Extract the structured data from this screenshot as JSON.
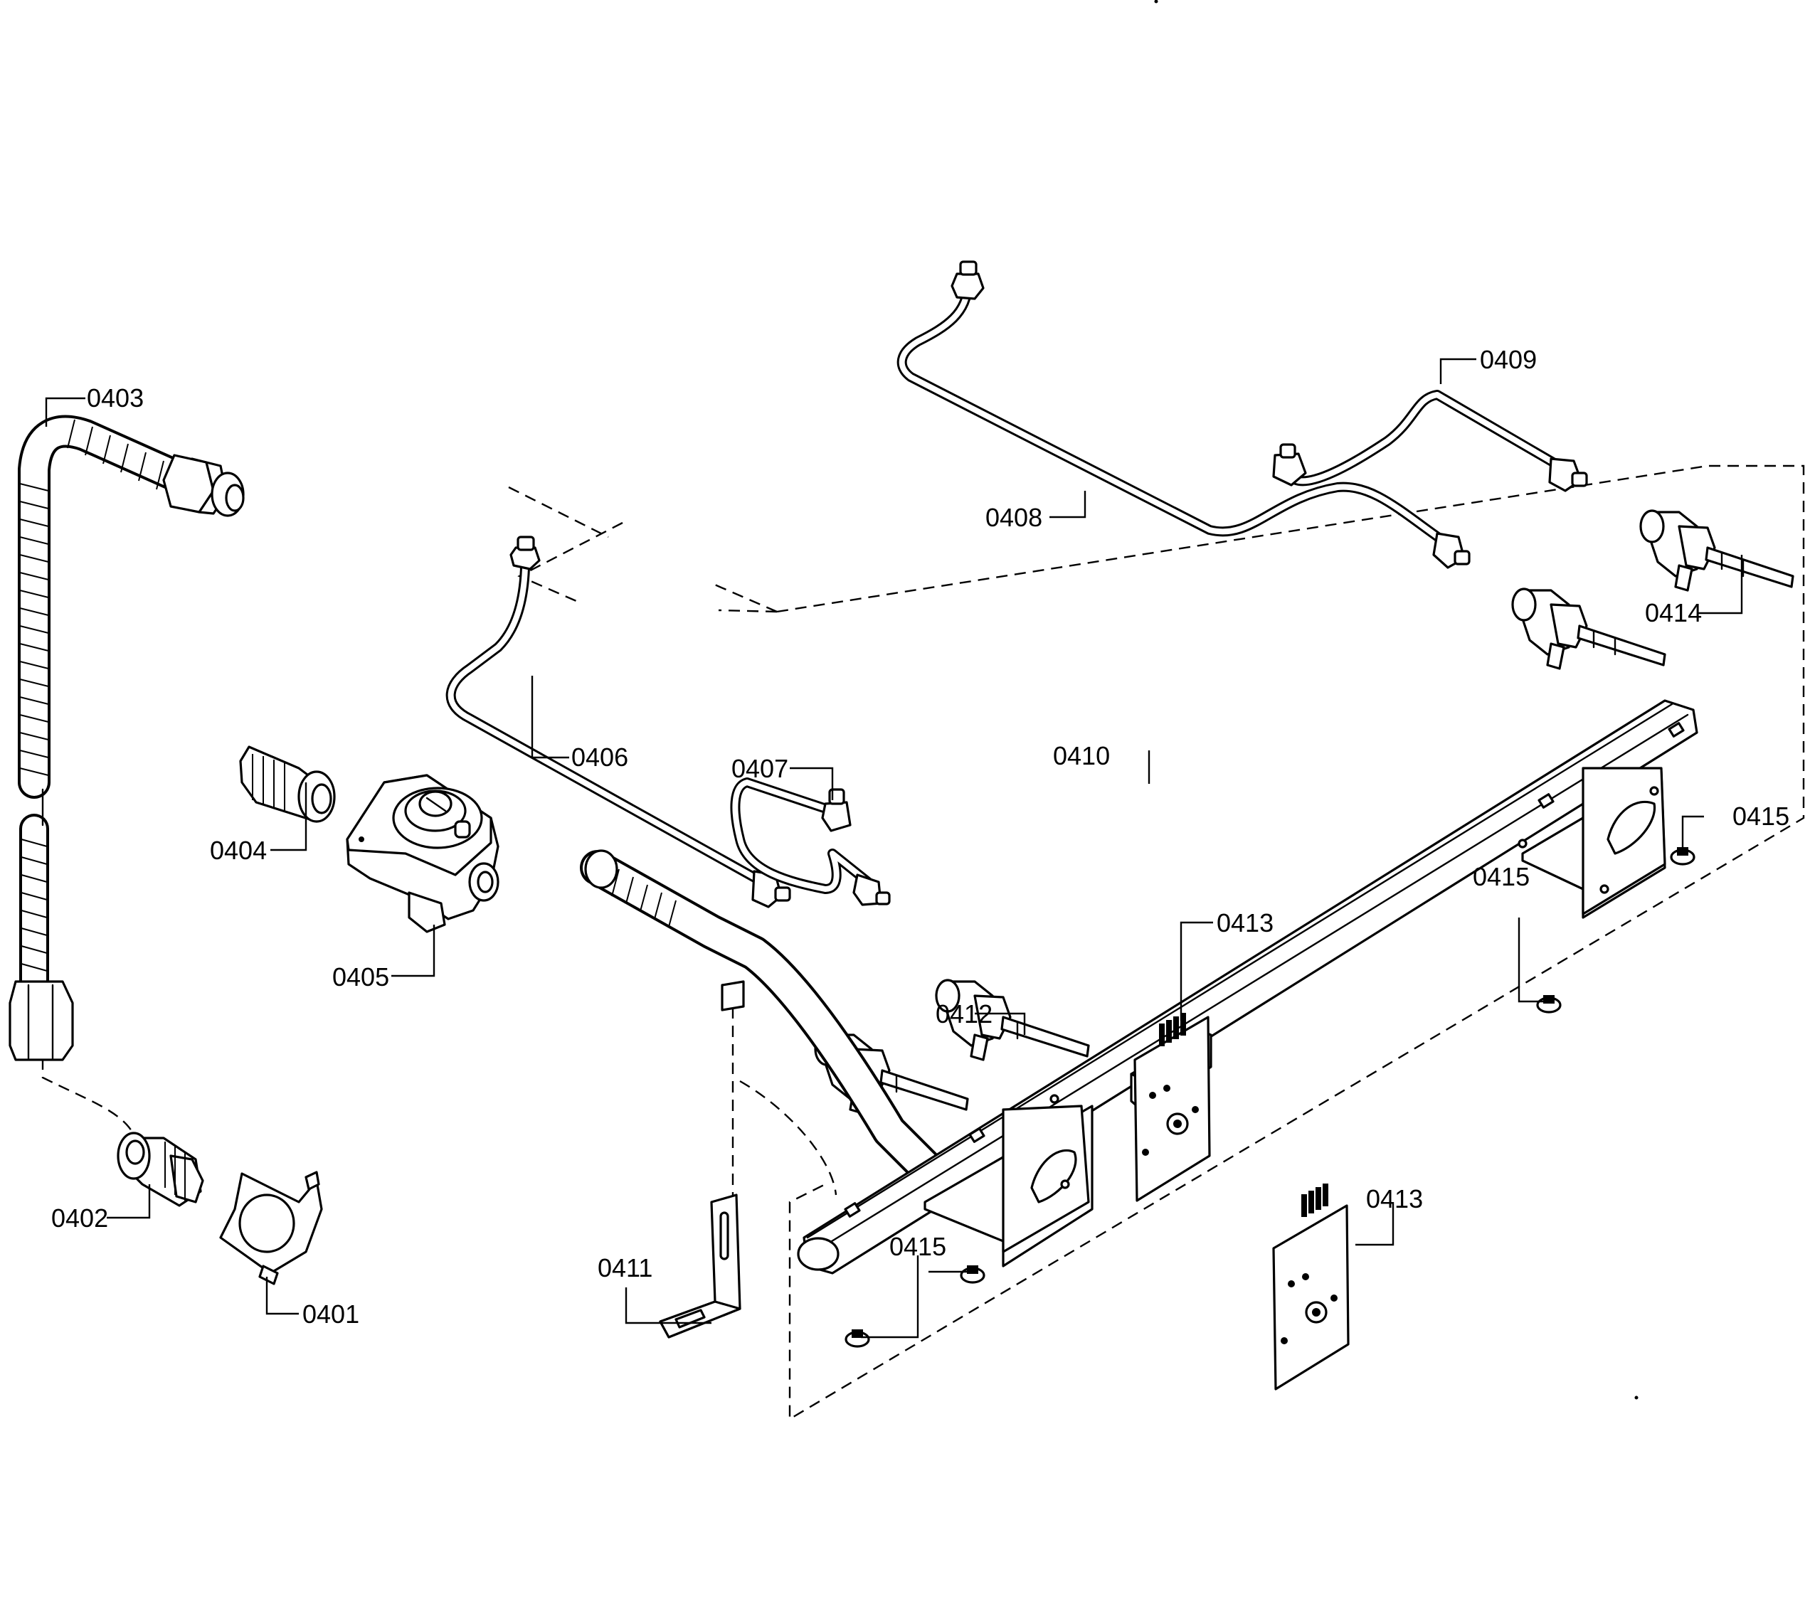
{
  "diagram": {
    "callouts": {
      "c0401": "0401",
      "c0402": "0402",
      "c0403": "0403",
      "c0404": "0404",
      "c0405": "0405",
      "c0406": "0406",
      "c0407": "0407",
      "c0408": "0408",
      "c0409": "0409",
      "c0410": "0410",
      "c0411": "0411",
      "c0412": "0412",
      "c0413a": "0413",
      "c0413b": "0413",
      "c0414": "0414",
      "c0415a": "0415",
      "c0415b": "0415",
      "c0415c": "0415"
    }
  }
}
